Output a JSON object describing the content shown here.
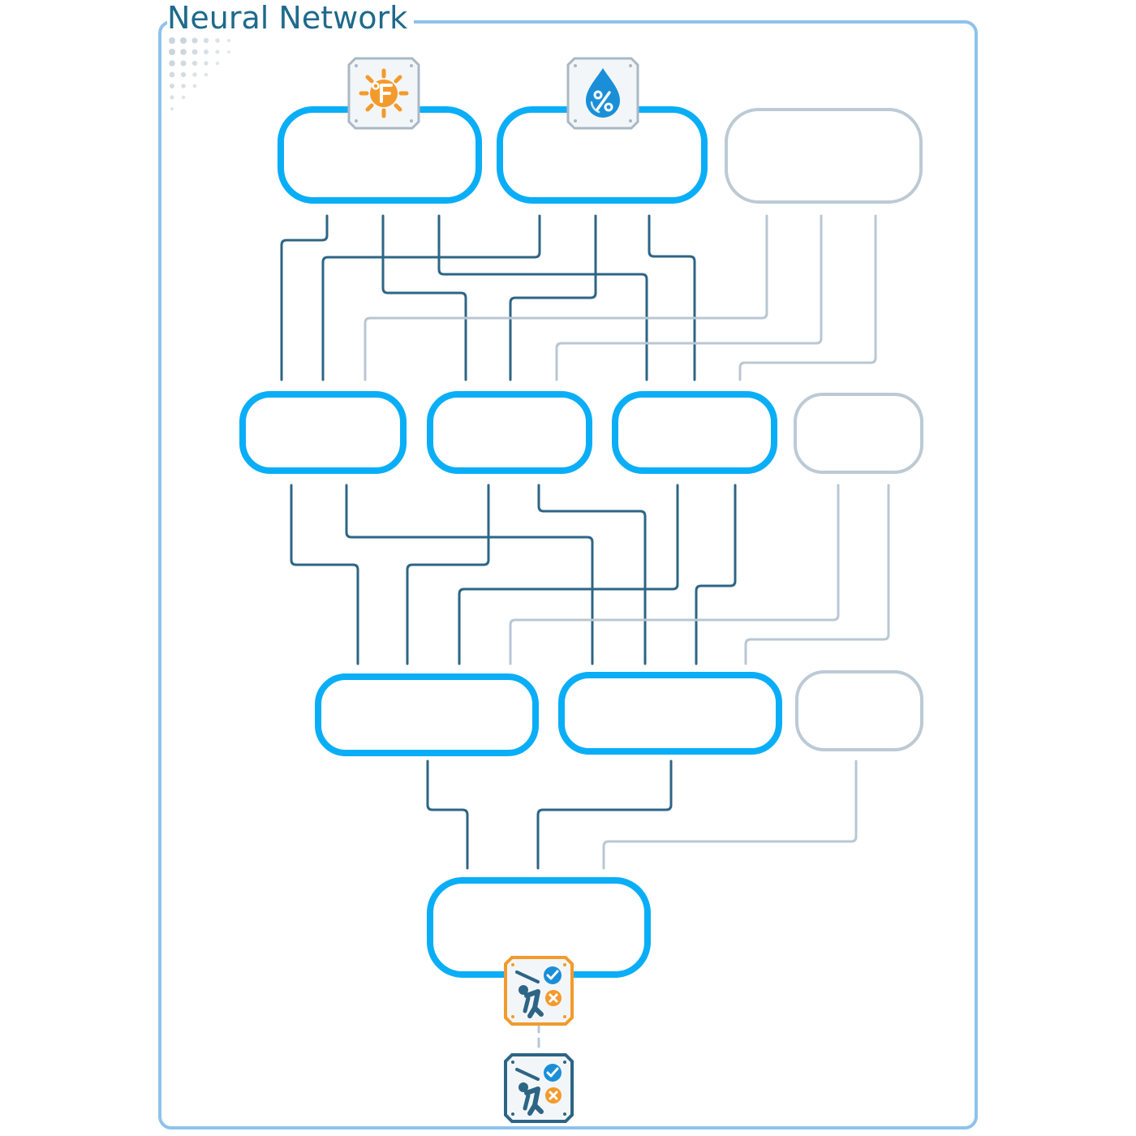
{
  "diagram": {
    "title": "Neural Network",
    "colors": {
      "frame": "#8ec2ec",
      "active_node": "#0aaef6",
      "inactive_node": "#bccad6",
      "active_wire": "#2d6585",
      "inactive_wire": "#b9c7d3",
      "temperature_icon": "#f39a2c",
      "humidity_icon": "#1a8fd8",
      "output_icon_accent": "#f39a2c",
      "output_icon_dark": "#2d6585"
    },
    "icons": {
      "input_1": "temperature-fahrenheit-icon",
      "input_2": "humidity-percent-icon",
      "output_active": "golf-swing-check-cross-icon",
      "output_result": "golf-swing-check-cross-icon"
    },
    "layers": [
      {
        "name": "input-layer",
        "nodes": 3,
        "active": [
          true,
          true,
          false
        ]
      },
      {
        "name": "hidden-layer-1",
        "nodes": 4,
        "active": [
          true,
          true,
          true,
          false
        ]
      },
      {
        "name": "hidden-layer-2",
        "nodes": 3,
        "active": [
          true,
          true,
          false
        ]
      },
      {
        "name": "output-layer",
        "nodes": 1,
        "active": [
          true
        ]
      }
    ]
  }
}
